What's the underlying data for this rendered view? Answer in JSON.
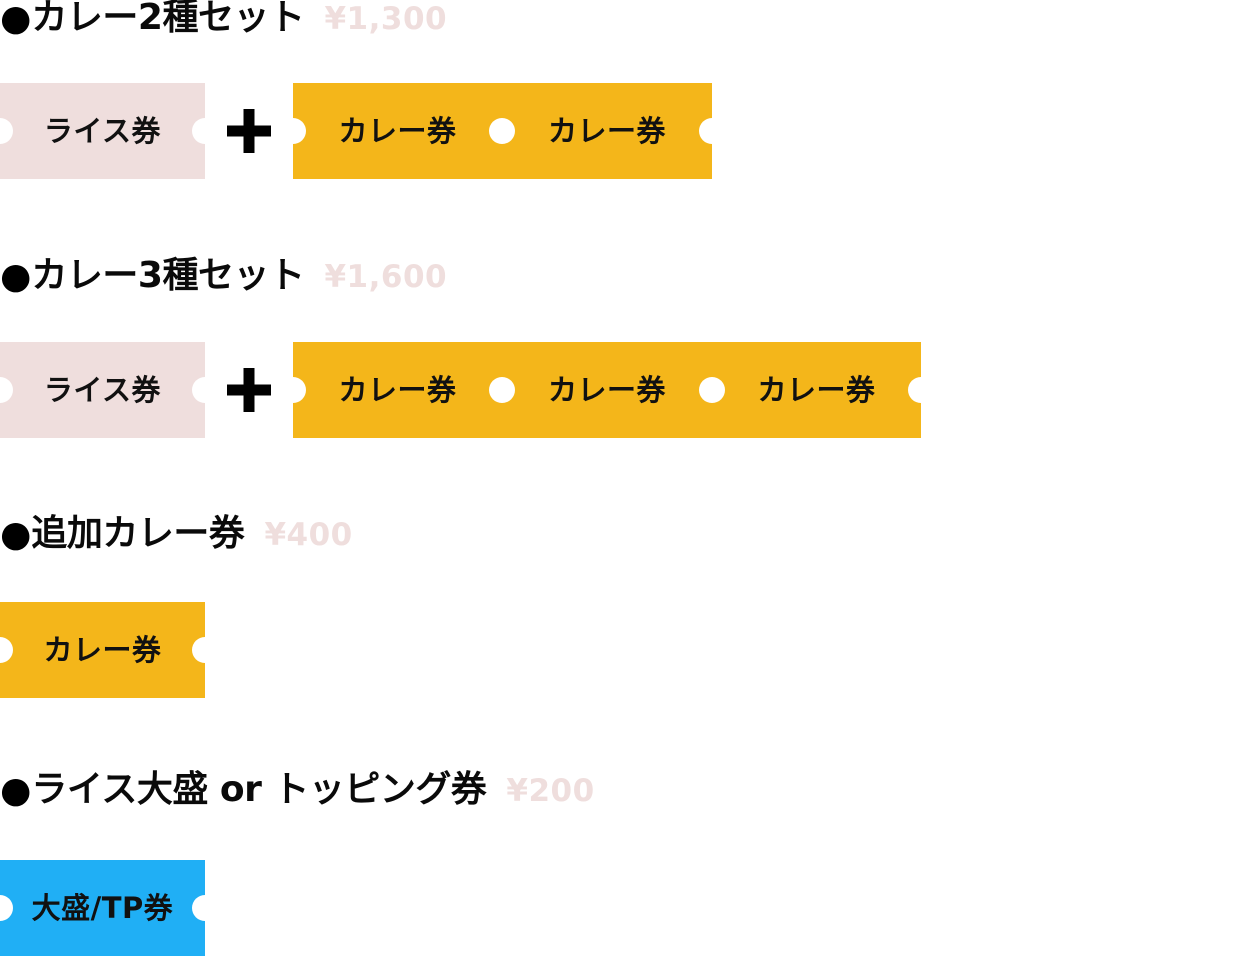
{
  "page": {
    "background": "#ffffff",
    "colors": {
      "rice_ticket": "#efdedd",
      "curry_ticket": "#f4b61a",
      "topping_ticket": "#20aff5",
      "price_text": "#efdedd",
      "heading_text": "#0a0a0a",
      "label_text": "#111111"
    }
  },
  "sections": [
    {
      "id": "curry-2-set",
      "bullet": "●",
      "title": "カレー2種セット",
      "price": "¥1,300",
      "plus_symbol": "+",
      "tickets_left": [
        {
          "label": "ライス券",
          "kind": "rice"
        }
      ],
      "tickets_right": [
        {
          "label": "カレー券",
          "kind": "curry"
        },
        {
          "label": "カレー券",
          "kind": "curry"
        }
      ]
    },
    {
      "id": "curry-3-set",
      "bullet": "●",
      "title": "カレー3種セット",
      "price": "¥1,600",
      "plus_symbol": "+",
      "tickets_left": [
        {
          "label": "ライス券",
          "kind": "rice"
        }
      ],
      "tickets_right": [
        {
          "label": "カレー券",
          "kind": "curry"
        },
        {
          "label": "カレー券",
          "kind": "curry"
        },
        {
          "label": "カレー券",
          "kind": "curry"
        }
      ]
    },
    {
      "id": "extra-curry",
      "bullet": "●",
      "title": "追加カレー券",
      "price": "¥400",
      "plus_symbol": "",
      "tickets_left": [],
      "tickets_right": [
        {
          "label": "カレー券",
          "kind": "curry"
        }
      ]
    },
    {
      "id": "rice-large-or-topping",
      "bullet": "●",
      "title": "ライス大盛 or トッピング券",
      "price": "¥200",
      "plus_symbol": "",
      "tickets_left": [],
      "tickets_right": [
        {
          "label": "大盛/TP券",
          "kind": "topping"
        }
      ]
    }
  ]
}
